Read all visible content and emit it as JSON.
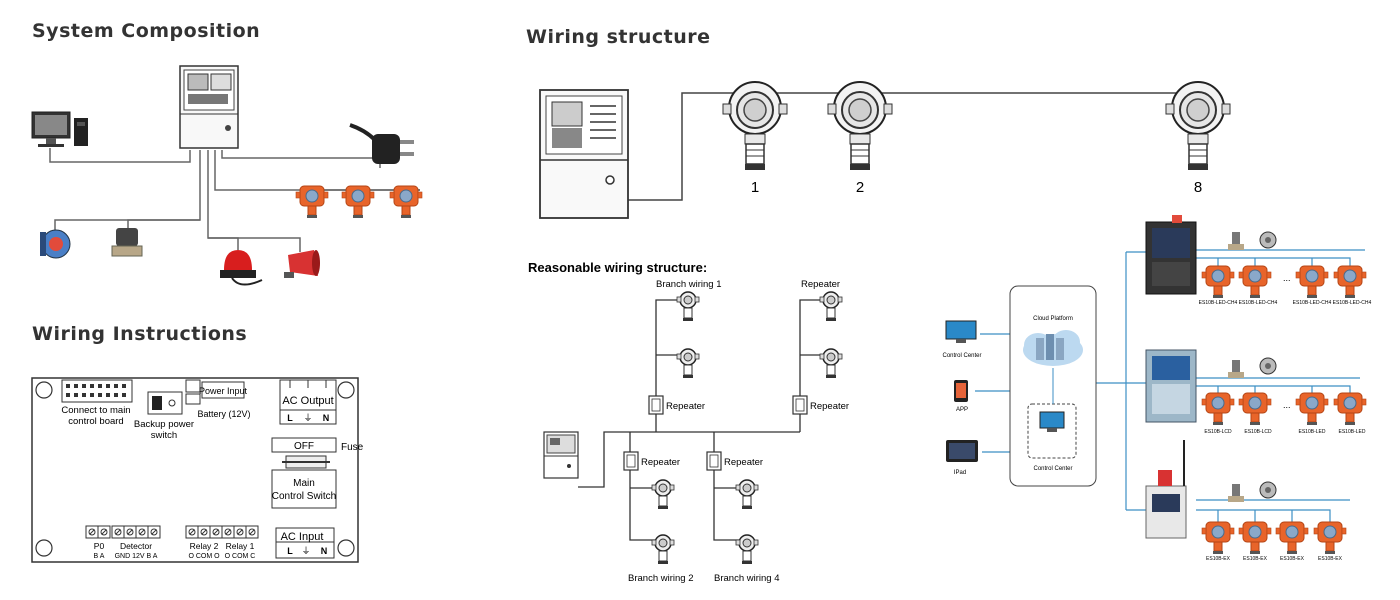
{
  "titles": {
    "system_composition": "System Composition",
    "wiring_structure": "Wiring structure",
    "wiring_instructions": "Wiring Instructions",
    "reasonable": "Reasonable wiring structure:"
  },
  "detector_numbers": [
    "1",
    "2",
    "8"
  ],
  "board": {
    "connect_main": [
      "Connect to main",
      "control board"
    ],
    "backup_power": [
      "Backup power",
      "switch"
    ],
    "power_input": "Power Input",
    "battery": "Battery (12V)",
    "ac_output": "AC Output",
    "ac_output_terms": [
      "L",
      "⏚",
      "N"
    ],
    "off": "OFF",
    "fuse": "Fuse",
    "main_switch": [
      "Main",
      "Control Switch"
    ],
    "ac_input": "AC Input",
    "ac_input_terms": [
      "L",
      "⏚",
      "N"
    ],
    "p0": "P0",
    "p0_terms": "B  A",
    "detector": "Detector",
    "detector_terms": "GND 12V  B  A",
    "relay2": "Relay 2",
    "relay2_terms": "O  COM  O",
    "relay1": "Relay 1",
    "relay1_terms": "O  COM  C"
  },
  "reasonable": {
    "branch1": "Branch wiring 1",
    "repeater_top": "Repeater",
    "branch2": "Branch wiring 2",
    "branch4": "Branch wiring 4",
    "repeater": "Repeater"
  },
  "cloud": {
    "platform": "Cloud Platform",
    "control_center_left": "Control Center",
    "app": "APP",
    "ipad": "IPad",
    "control_center": "Control Center",
    "row1_labels": [
      "ES10B-LED-CH4",
      "ES10B-LED-CH4",
      "ES10B-LED-CH4",
      "ES10B-LED-CH4"
    ],
    "row2_labels": [
      "ES10B-LCD",
      "ES10B-LCD",
      "ES10B-LED",
      "ES10B-LED"
    ],
    "row3_labels": [
      "ES10B-EX",
      "ES10B-EX",
      "ES10B-EX",
      "ES10B-EX"
    ],
    "dots": "..."
  },
  "colors": {
    "orange": "#e8642a",
    "line_blue": "#3c8fc4",
    "dark": "#333333"
  }
}
